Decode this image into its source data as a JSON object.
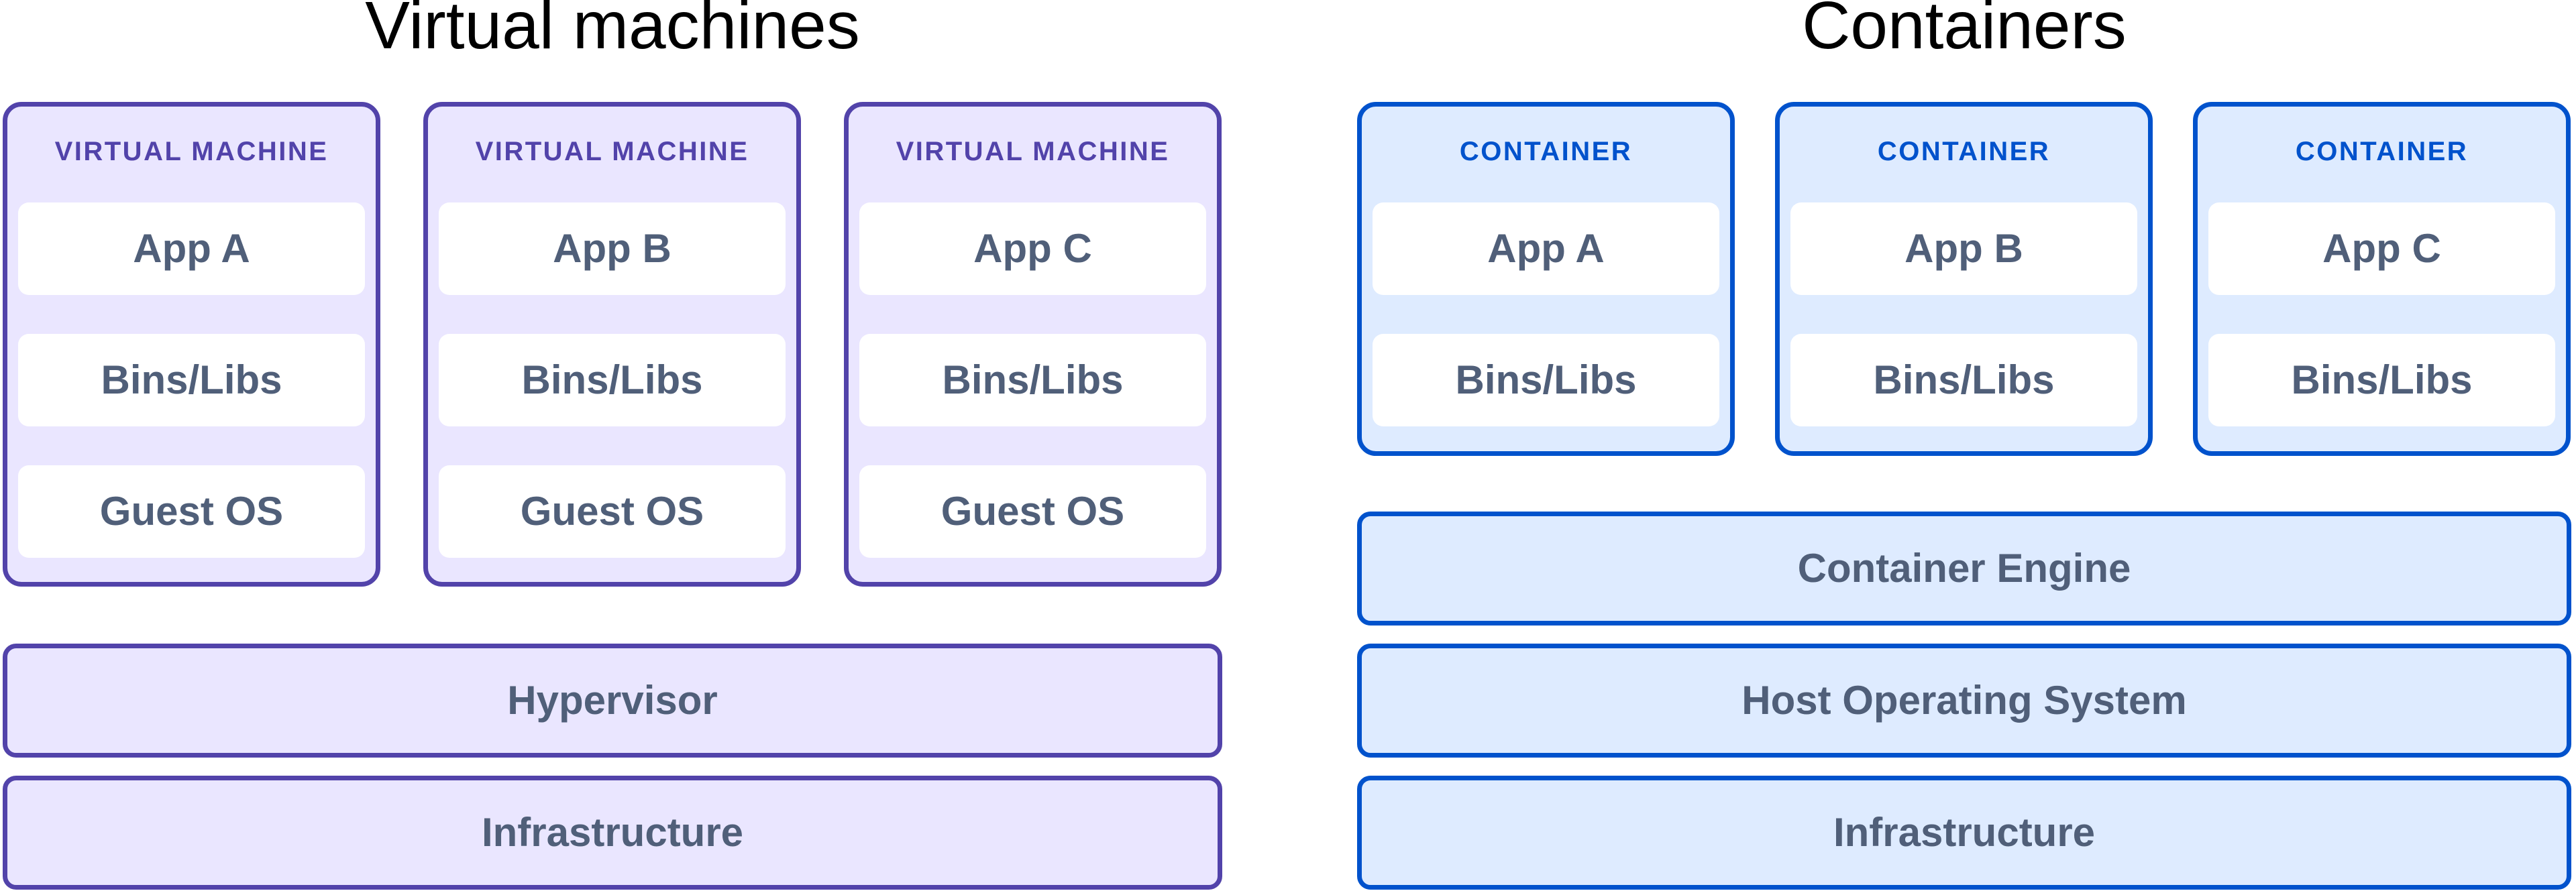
{
  "palette": {
    "vm_border": "#5243AA",
    "vm_fill": "#EAE6FF",
    "container_border": "#0052CC",
    "container_fill": "#DEEBFF",
    "label_text": "#505F79",
    "title_text": "#000000",
    "item_bg": "#FFFFFF"
  },
  "vm": {
    "title": "Virtual machines",
    "boxes": [
      {
        "header": "VIRTUAL MACHINE",
        "items": [
          "App A",
          "Bins/Libs",
          "Guest OS"
        ]
      },
      {
        "header": "VIRTUAL MACHINE",
        "items": [
          "App B",
          "Bins/Libs",
          "Guest OS"
        ]
      },
      {
        "header": "VIRTUAL MACHINE",
        "items": [
          "App C",
          "Bins/Libs",
          "Guest OS"
        ]
      }
    ],
    "bars": [
      "Hypervisor",
      "Infrastructure"
    ]
  },
  "containers": {
    "title": "Containers",
    "boxes": [
      {
        "header": "CONTAINER",
        "items": [
          "App A",
          "Bins/Libs"
        ]
      },
      {
        "header": "CONTAINER",
        "items": [
          "App B",
          "Bins/Libs"
        ]
      },
      {
        "header": "CONTAINER",
        "items": [
          "App C",
          "Bins/Libs"
        ]
      }
    ],
    "bars": [
      "Container Engine",
      "Host Operating System",
      "Infrastructure"
    ]
  }
}
